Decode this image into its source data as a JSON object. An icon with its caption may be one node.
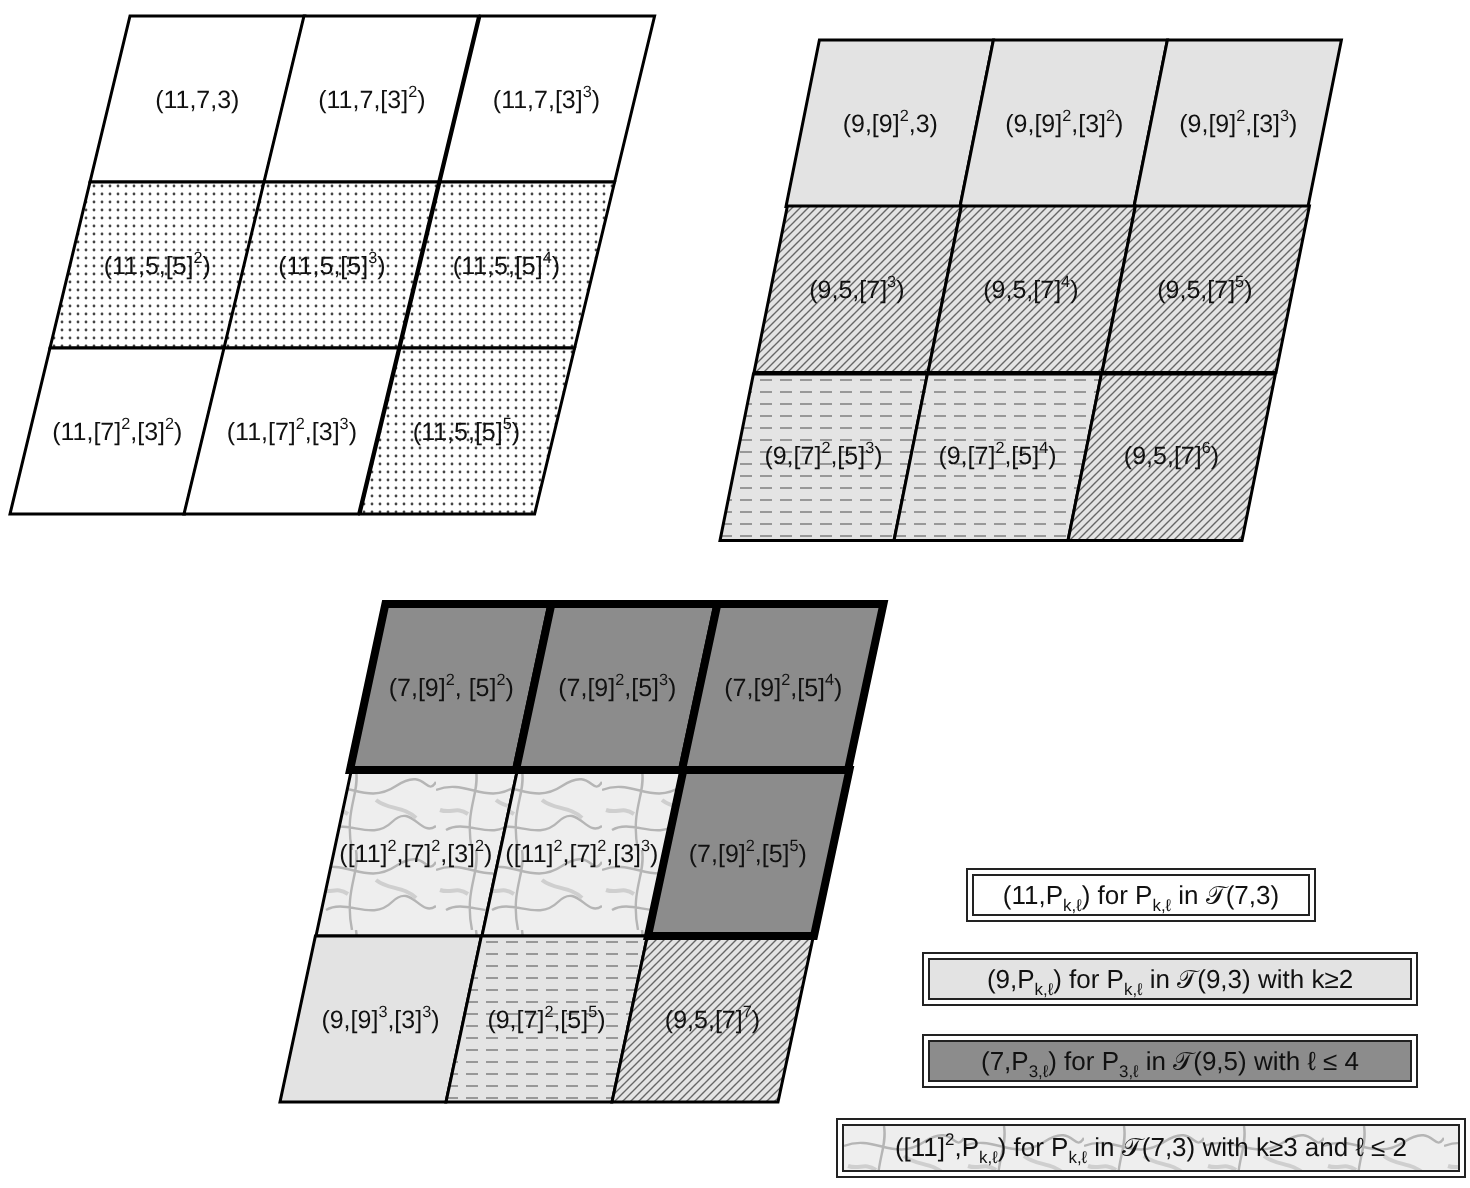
{
  "diagram": {
    "nodes": [
      {
        "text": [
          "(11,7,3)"
        ]
      },
      {
        "text": [
          "(11,7,[3]$^{2}$)"
        ]
      },
      {
        "text": [
          "(11,7,[3]$^{3}$)"
        ]
      },
      {
        "text": [
          "(11,5,[5]$^{2}$)"
        ]
      },
      {
        "text": [
          "(11,5,[5]$^{3}$)"
        ]
      },
      {
        "text": [
          "(11,5,[5]$^{4}$)"
        ]
      },
      {
        "text": [
          "(11,[7]$^{2}$,[3]$^{2}$)"
        ]
      },
      {
        "text": [
          "(11,[7]$^{2}$,[3]$^{3}$)"
        ]
      },
      {
        "text": [
          "(11,5,[5]$^{5}$)"
        ]
      },
      {
        "text": [
          "(9,[9]$^{2}$,3)"
        ]
      },
      {
        "text": [
          "(9,[9]$^{2}$,[3]$^{2}$)"
        ]
      },
      {
        "text": [
          "(9,[9]$^{2}$,[3]$^{3}$)"
        ]
      },
      {
        "text": [
          "(9,5,[7]$^{3}$)"
        ]
      },
      {
        "text": [
          "(9,5,[7]$^{4}$)"
        ]
      },
      {
        "text": [
          "(9,5,[7]$^{5}$)"
        ]
      },
      {
        "text": [
          "(9,[7]$^{2}$,[5]$^{3}$)"
        ]
      },
      {
        "text": [
          "(9,[7]$^{2}$,[5]$^{4}$)"
        ]
      },
      {
        "text": [
          "(9,5,[7]$^{6}$)"
        ]
      },
      {
        "text": [
          "(7,[9]$^{2}$, [5]$^{2}$)"
        ]
      },
      {
        "text": [
          "(7,[9]$^{2}$,[5]$^{3}$)"
        ]
      },
      {
        "text": [
          "(7,[9]$^{2}$,[5]$^{4}$)"
        ]
      },
      {
        "text": [
          "([11]$^{2}$,[7]$^{2}$,[3]$^{2}$)"
        ]
      },
      {
        "text": [
          "([11]$^{2}$,[7]$^{2}$,[3]$^{3}$)"
        ]
      },
      {
        "text": [
          "(7,[9]$^{2}$,[5]$^{5}$)"
        ]
      },
      {
        "text": [
          "(9,[9]$^{3}$,[3]$^{3}$)"
        ]
      },
      {
        "text": [
          "(9,[7]$^{2}$,[5]$^{5}$)"
        ]
      },
      {
        "text": [
          "(9,5,[7]$^{7}$)"
        ]
      },
      {
        "text": [
          "(11,P$_{k,ℓ}$) for P$_{k,ℓ}$  in 𝒯(7,3)"
        ]
      },
      {
        "text": [
          "(9,P$_{k,ℓ}$) for P$_{k,ℓ}$  in 𝒯(9,3) with k≥2"
        ]
      },
      {
        "text": [
          "(7,P$_{3,ℓ}$) for P$_{3,ℓ}$  in 𝒯(9,5) with ℓ ≤ 4"
        ]
      },
      {
        "text": [
          "([11]$^{2}$,P$_{k,ℓ}$) for P$_{k,ℓ}$  in 𝒯(7,3) with k≥3 and ℓ ≤ 2"
        ]
      }
    ]
  }
}
